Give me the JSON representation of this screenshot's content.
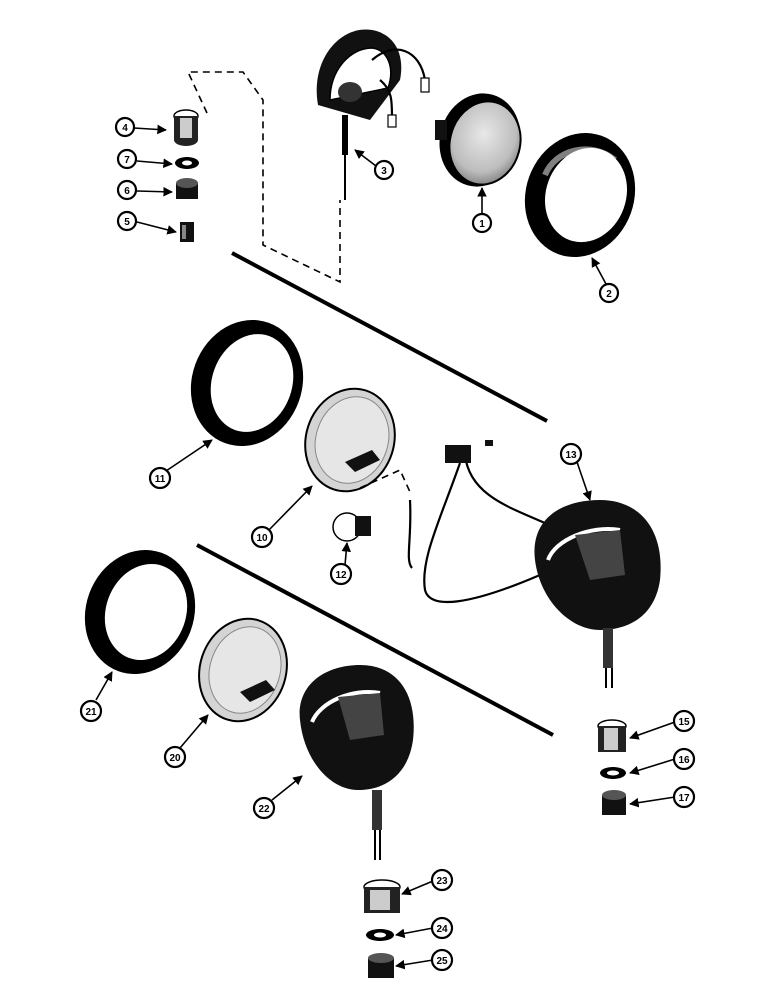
{
  "callouts": {
    "c1": "1",
    "c2": "2",
    "c3": "3",
    "c4": "4",
    "c5": "5",
    "c6": "6",
    "c7": "7",
    "c10": "10",
    "c11": "11",
    "c12": "12",
    "c13": "13",
    "c15": "15",
    "c16": "16",
    "c17": "17",
    "c20": "20",
    "c21": "21",
    "c22": "22",
    "c23": "23",
    "c24": "24",
    "c25": "25"
  }
}
